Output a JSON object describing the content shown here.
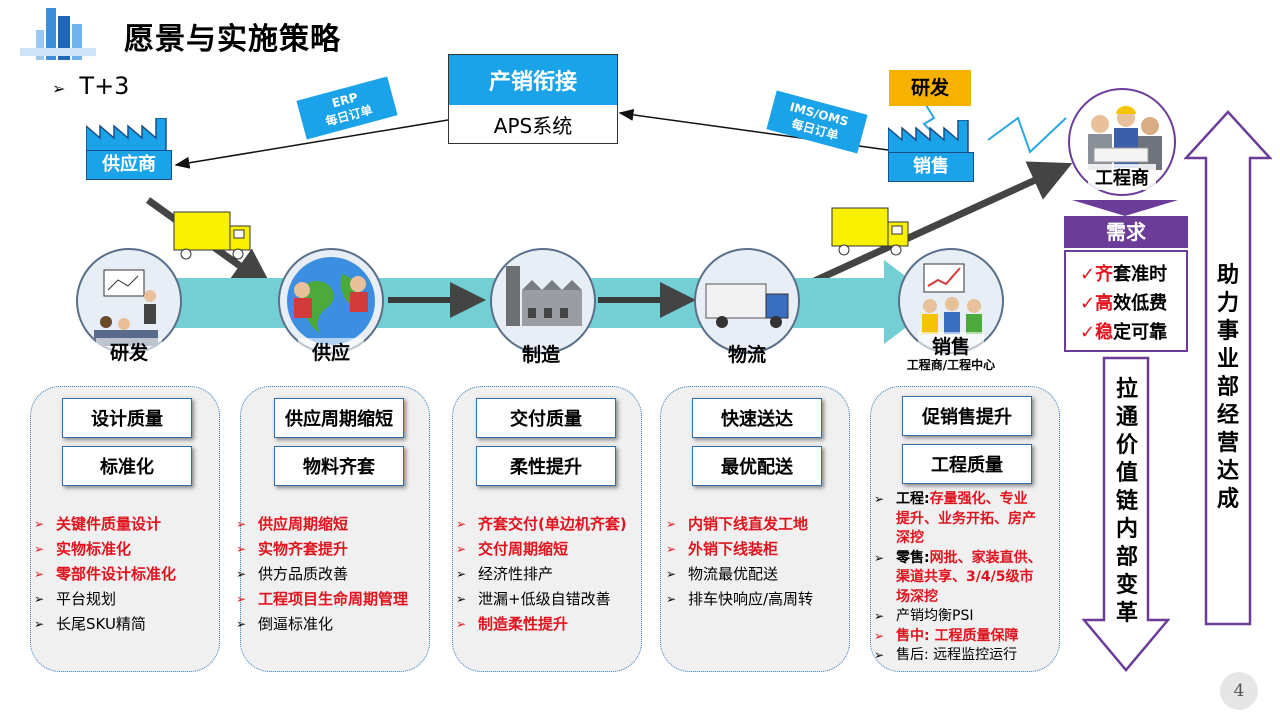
{
  "title": "愿景与实施策略",
  "subtitle": "T+3",
  "aps": {
    "top": "产销衔接",
    "bottom": "APS系统"
  },
  "supplier": "供应商",
  "erp_tag": {
    "l1": "ERP",
    "l2": "每日订单"
  },
  "ims_tag": {
    "l1": "IMS/OMS",
    "l2": "每日订单"
  },
  "rd_tag": "研发",
  "sales_top": "销售",
  "engineer": "工程商",
  "demand": {
    "title": "需求",
    "items": [
      {
        "k": "✓齐",
        "r": "套准时"
      },
      {
        "k": "✓高",
        "r": "效低费"
      },
      {
        "k": "✓稳",
        "r": "定可靠"
      }
    ]
  },
  "right_v1": "拉通价值链内部变革",
  "right_v2": "助力事业部经营达成",
  "stages": [
    {
      "name": "研发"
    },
    {
      "name": "供应"
    },
    {
      "name": "制造"
    },
    {
      "name": "物流"
    },
    {
      "name": "销售",
      "sub": "工程商/工程中心"
    }
  ],
  "panels": [
    {
      "boxes": [
        "设计质量",
        "标准化"
      ],
      "bullets": [
        {
          "t": "关键件质量设计",
          "red": true
        },
        {
          "t": "实物标准化",
          "red": true
        },
        {
          "t": "零部件设计标准化",
          "red": true
        },
        {
          "t": "平台规划",
          "red": false
        },
        {
          "t": "长尾SKU精简",
          "red": false
        }
      ]
    },
    {
      "boxes": [
        "供应周期缩短",
        "物料齐套"
      ],
      "bullets": [
        {
          "t": "供应周期缩短",
          "red": true
        },
        {
          "t": "实物齐套提升",
          "red": true
        },
        {
          "t": "供方品质改善",
          "red": false
        },
        {
          "t": "工程项目生命周期管理",
          "red": true
        },
        {
          "t": "倒逼标准化",
          "red": false
        }
      ]
    },
    {
      "boxes": [
        "交付质量",
        "柔性提升"
      ],
      "bullets": [
        {
          "t": "齐套交付(单边机齐套)",
          "red": true
        },
        {
          "t": "交付周期缩短",
          "red": true
        },
        {
          "t": "经济性排产",
          "red": false
        },
        {
          "t": "泄漏+低级自错改善",
          "red": false
        },
        {
          "t": "制造柔性提升",
          "red": true
        }
      ]
    },
    {
      "boxes": [
        "快速送达",
        "最优配送"
      ],
      "bullets": [
        {
          "t": "内销下线直发工地",
          "red": true
        },
        {
          "t": "外销下线装柜",
          "red": true
        },
        {
          "t": "物流最优配送",
          "red": false
        },
        {
          "t": "排车快响应/高周转",
          "red": false
        }
      ]
    },
    {
      "boxes": [
        "促销售提升",
        "工程质量"
      ],
      "bullets": [
        {
          "pre": "工程: ",
          "t": "存量强化、专业",
          "red": true
        },
        {
          "pre": "",
          "t": "提升、业务开拓、房产",
          "red": true,
          "cont": true
        },
        {
          "pre": "",
          "t": "深挖",
          "red": true,
          "cont": true
        },
        {
          "pre": "零售: ",
          "t": "网批、家装直供、",
          "red": true
        },
        {
          "pre": "",
          "t": "渠道共享、3/4/5级市",
          "red": true,
          "cont": true
        },
        {
          "pre": "",
          "t": "场深挖",
          "red": true,
          "cont": true
        },
        {
          "pre": "",
          "t": "产销均衡PSI",
          "red": false
        },
        {
          "pre": "",
          "t": "售中: 工程质量保障",
          "red": true
        },
        {
          "pre": "",
          "t": "售后: 远程监控运行",
          "red": false
        }
      ]
    }
  ],
  "page_number": "4"
}
